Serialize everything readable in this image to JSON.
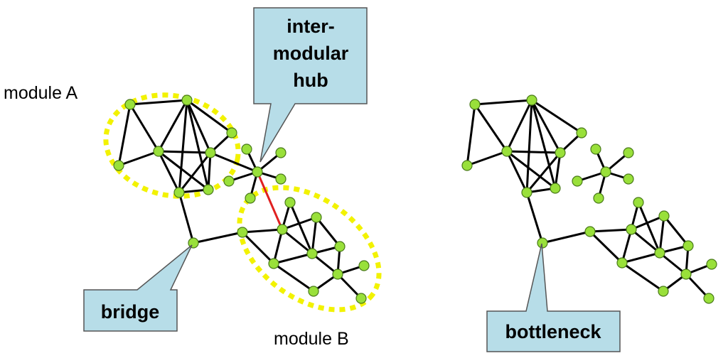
{
  "labels": {
    "module_a": "module A",
    "module_b": "module B",
    "hub_line1": "inter-",
    "hub_line2": "modular",
    "hub_line3": "hub",
    "bridge": "bridge",
    "bottleneck": "bottleneck"
  },
  "colors": {
    "node_fill": "#99e03a",
    "node_stroke": "#4a7a1a",
    "edge": "#000000",
    "highlight_edge": "#e02020",
    "module_outline": "#f2f200",
    "callout_fill": "#b7dde8",
    "callout_stroke": "#555555"
  }
}
